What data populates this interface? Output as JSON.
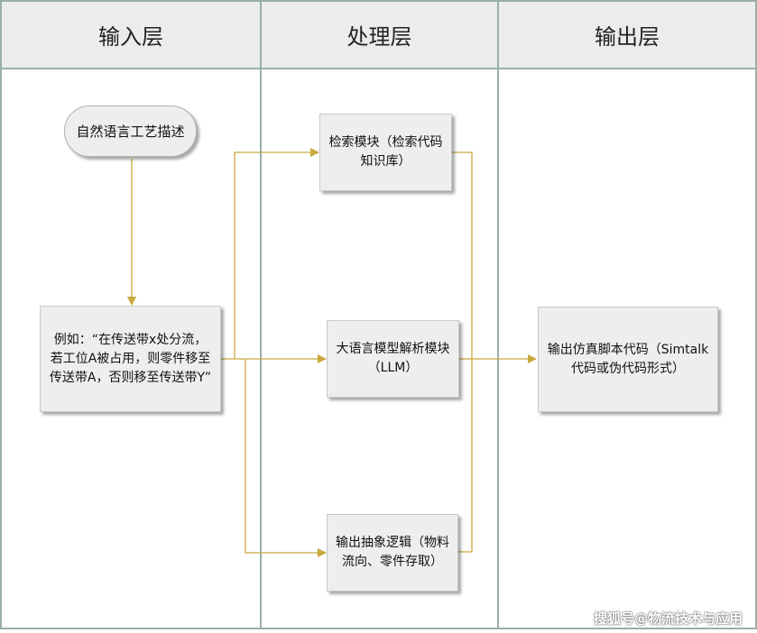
{
  "lanes": {
    "input": "输入层",
    "processing": "处理层",
    "output": "输出层"
  },
  "nodes": {
    "start": "自然语言工艺描述",
    "example": "例如：“在传送带x处分流，若工位A被占用，则零件移至传送带A，否则移至传送带Y”",
    "retrieval": "检索模块（检索代码知识库）",
    "llm": "大语言模型解析模块（LLM）",
    "logic": "输出抽象逻辑（物料流向、零件存取）",
    "script": "输出仿真脚本代码（Simtalk 代码或伪代码形式）"
  },
  "watermark": "搜狐号@物流技术与应用",
  "colors": {
    "connector": "#c8a93e",
    "divider": "#9aaeaa",
    "header_bg": "#ececec",
    "box_bg": "#eeeeee"
  }
}
